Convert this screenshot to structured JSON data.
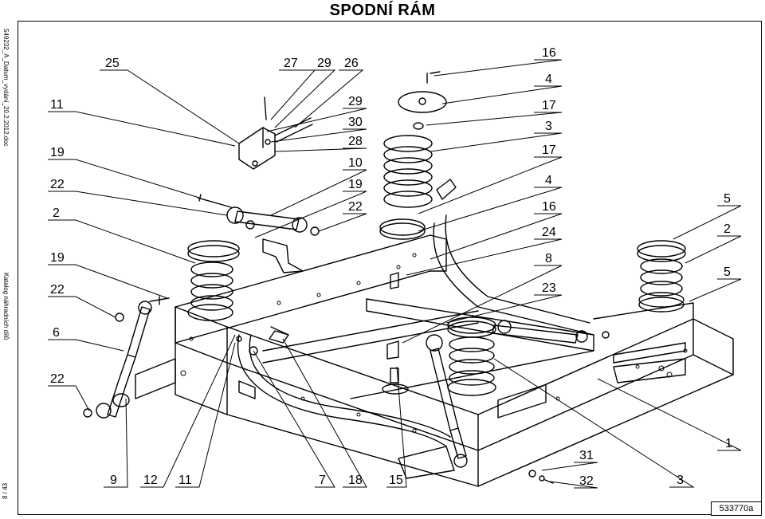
{
  "title": "SPODNÍ RÁM",
  "side_doc_name": "549232_A_Datum_vydání_20.2.2012.doc",
  "side_catalog": "Katalog náhradních dílů",
  "page_number": "8 / 43",
  "drawing_code": "533770a",
  "callouts": {
    "c25": "25",
    "c27": "27",
    "c29a": "29",
    "c26": "26",
    "c11a": "11",
    "c29b": "29",
    "c30": "30",
    "c28": "28",
    "c19a": "19",
    "c10": "10",
    "c19b": "19",
    "c22a": "22",
    "c2a": "2",
    "c22b": "22",
    "c19c": "19",
    "c22c": "22",
    "c6": "6",
    "c22d": "22",
    "c16a": "16",
    "c4a": "4",
    "c17a": "17",
    "c3a": "3",
    "c17b": "17",
    "c4b": "4",
    "c16b": "16",
    "c24": "24",
    "c8": "8",
    "c23": "23",
    "c5a": "5",
    "c2b": "2",
    "c5b": "5",
    "c1": "1",
    "c31": "31",
    "c32": "32",
    "c3b": "3",
    "c9": "9",
    "c12": "12",
    "c11b": "11",
    "c7": "7",
    "c18": "18",
    "c15": "15"
  },
  "colors": {
    "ink": "#000000",
    "paper": "#ffffff"
  }
}
